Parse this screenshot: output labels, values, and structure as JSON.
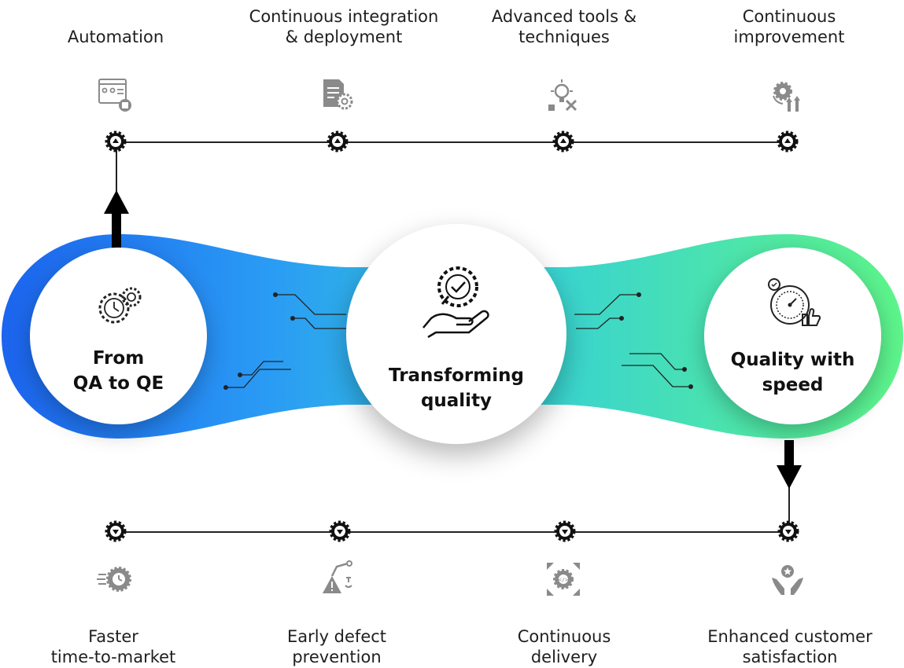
{
  "top_items": [
    {
      "label": "Automation",
      "icon": "automation-flow-icon"
    },
    {
      "label": "Continuous integration\n& deployment",
      "icon": "document-gear-icon"
    },
    {
      "label": "Advanced tools &\ntechniques",
      "icon": "lightbulb-tools-icon"
    },
    {
      "label": "Continuous\nimprovement",
      "icon": "gear-arrows-up-icon"
    }
  ],
  "bottom_items": [
    {
      "label": "Faster\ntime-to-market",
      "icon": "speed-clock-icon"
    },
    {
      "label": "Early defect\nprevention",
      "icon": "warning-robot-arm-icon"
    },
    {
      "label": "Continuous\ndelivery",
      "icon": "code-arrows-icon"
    },
    {
      "label": "Enhanced customer\nsatisfaction",
      "icon": "hands-star-icon"
    }
  ],
  "hubs": {
    "left": {
      "title": "From\nQA to QE",
      "icon": "gears-clock-icon"
    },
    "center": {
      "title": "Transforming\nquality",
      "icon": "hand-gear-check-icon"
    },
    "right": {
      "title": "Quality with\nspeed",
      "icon": "stopwatch-thumbs-up-icon"
    }
  },
  "colors": {
    "band_start": "#1f6bf0",
    "band_mid": "#2aa7f2",
    "band_teal": "#3fd6c4",
    "band_end": "#5cf08c",
    "line": "#222222",
    "icon_gray": "#8a8a8a"
  }
}
